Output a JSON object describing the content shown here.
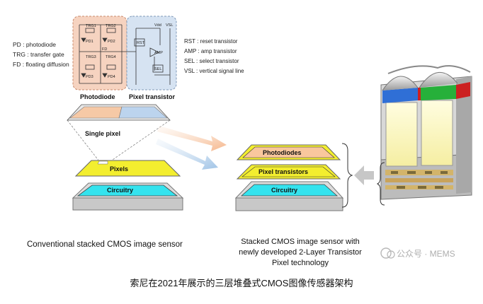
{
  "legend_left": [
    "PD   : photodiode",
    "TRG : transfer gate",
    "FD   : floating diffusion"
  ],
  "legend_right": [
    "RST : reset transistor",
    "AMP : amp transistor",
    "SEL : select transistor",
    "VSL : vertical signal line"
  ],
  "circuit": {
    "trg1": "TRG1",
    "trg2": "TRG2",
    "trg3": "TRG3",
    "trg4": "TRG4",
    "pd1": "PD1",
    "pd2": "PD2",
    "pd3": "PD3",
    "pd4": "PD4",
    "fd": "FD",
    "vdd": "Vdd",
    "vsl": "VSL",
    "rst": "RST",
    "amp": "AMP",
    "sel": "SEL"
  },
  "box_labels": {
    "photodiode": "Photodiode",
    "pixel_transistor": "Pixel transistor"
  },
  "single_pixel": "Single pixel",
  "conventional": {
    "pixels": "Pixels",
    "circuitry": "Circuitry",
    "caption": "Conventional stacked CMOS image sensor"
  },
  "new_sensor": {
    "photodiodes": "Photodiodes",
    "pixel_transistors": "Pixel transistors",
    "circuitry": "Circuitry",
    "caption_lines": [
      "Stacked CMOS image sensor with",
      "newly developed 2-Layer Transistor",
      "Pixel technology"
    ]
  },
  "watermark": "公众号 · MEMS",
  "bottom_caption": "索尼在2021年展示的三层堆叠式CMOS图像传感器架构",
  "colors": {
    "photodiode_box": "#f6d3c0",
    "transistor_box": "#d6e3f2",
    "pixel_yellow": "#f3ee2f",
    "circuitry_cyan": "#34e3ee",
    "photodiode_layer": "#f9c79d"
  }
}
